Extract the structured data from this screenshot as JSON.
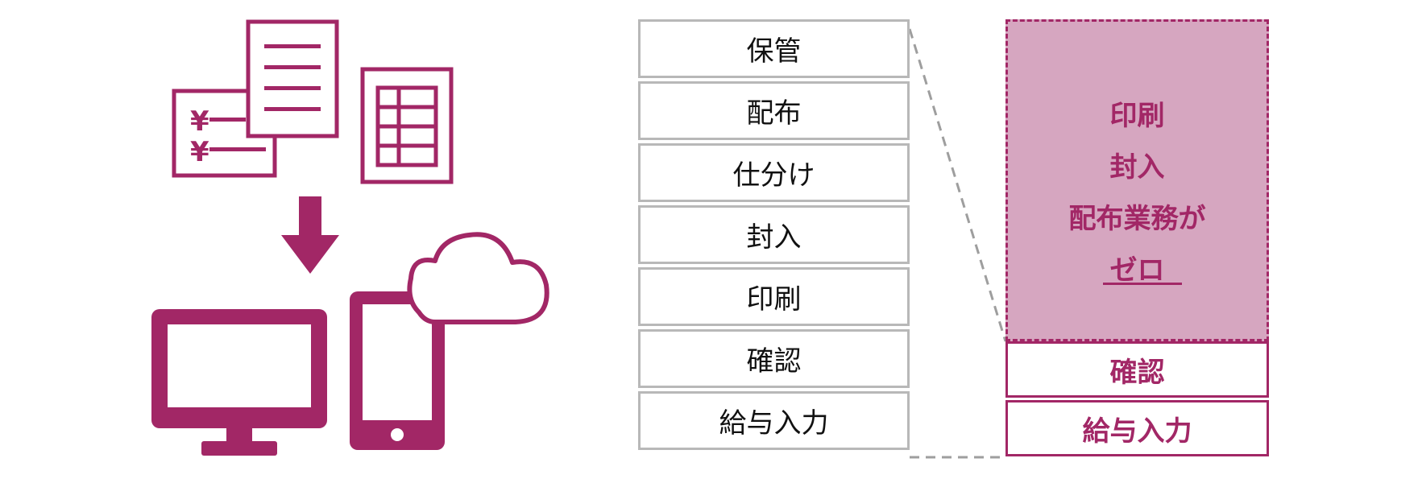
{
  "icons": {
    "yen_mark": "¥",
    "color": "#a22766"
  },
  "process_steps": {
    "items": [
      "保管",
      "配布",
      "仕分け",
      "封入",
      "印刷",
      "確認",
      "給与入力"
    ]
  },
  "result_box": {
    "line1": "印刷",
    "line2": "封入",
    "line3": "配布業務が",
    "line4": "ゼロ",
    "fill_color": "#d6a6c0",
    "accent_color": "#a22766"
  },
  "remaining_steps": {
    "items": [
      "確認",
      "給与入力"
    ]
  }
}
